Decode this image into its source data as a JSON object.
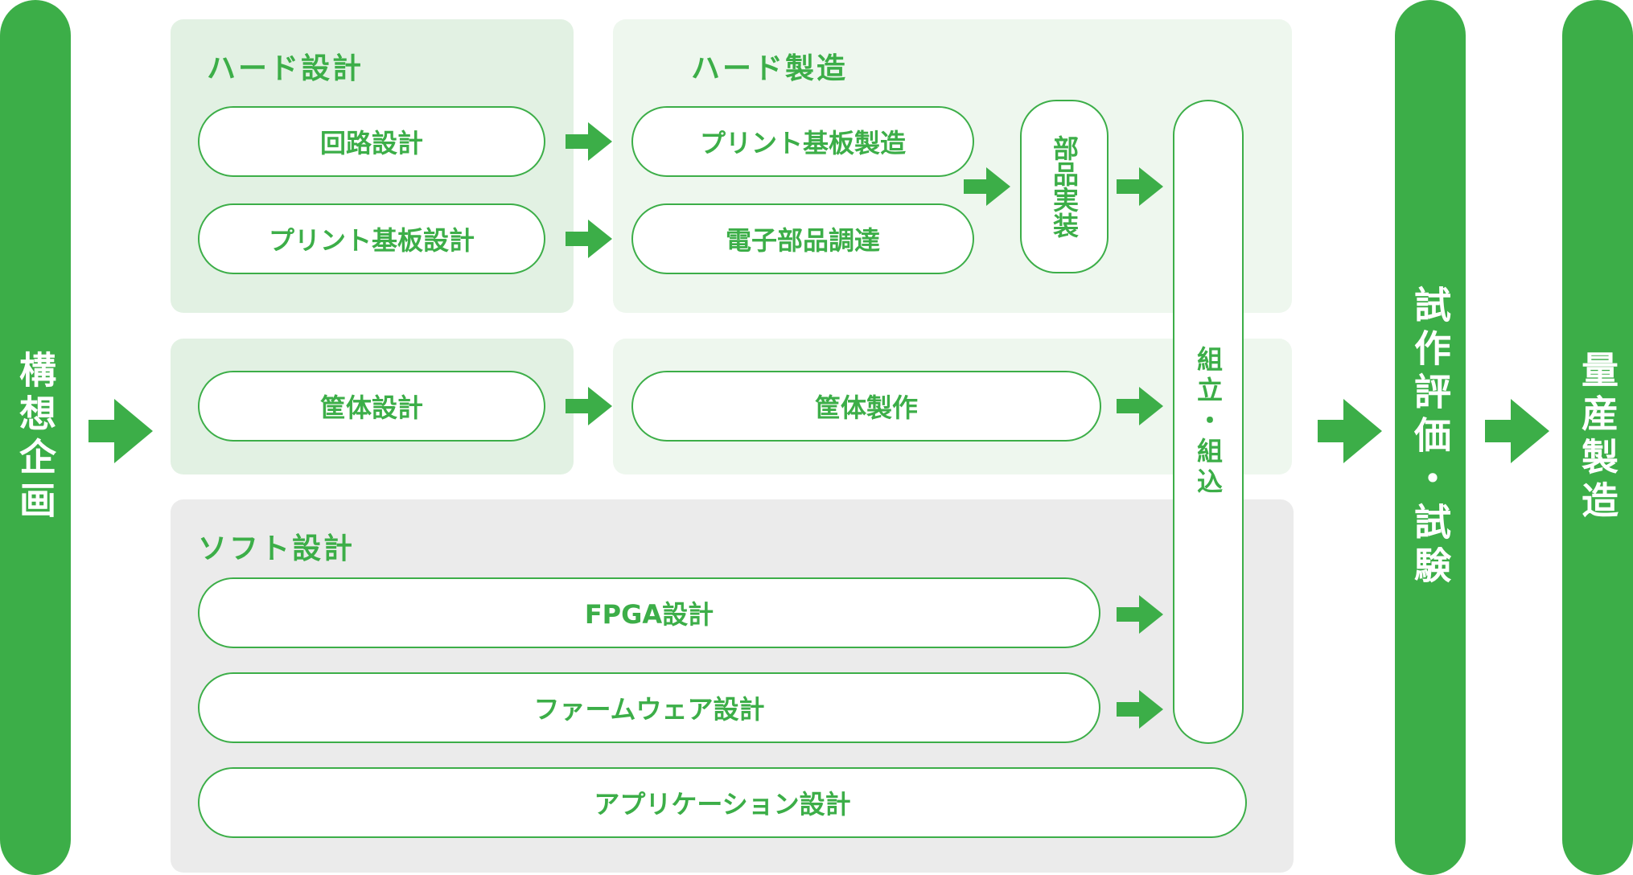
{
  "colors": {
    "accent": "#3cae48",
    "panel_hw_design": "#e2f1e3",
    "panel_hw_mfg": "#eef7ee",
    "panel_soft": "#ebebeb"
  },
  "stages": {
    "concept": "構想企画",
    "trial": "試作評価・試験",
    "mass": "量産製造"
  },
  "hw_design": {
    "title": "ハード設計",
    "circuit": "回路設計",
    "pcb_design": "プリント基板設計"
  },
  "hw_mfg": {
    "title": "ハード製造",
    "pcb_mfg": "プリント基板製造",
    "parts_proc": "電子部品調達",
    "mounting": "部品実装"
  },
  "housing": {
    "design": "筐体設計",
    "mfg": "筐体製作"
  },
  "assembly": "組立・組込",
  "soft": {
    "title": "ソフト設計",
    "fpga": "FPGA設計",
    "firmware": "ファームウェア設計",
    "application": "アプリケーション設計"
  }
}
